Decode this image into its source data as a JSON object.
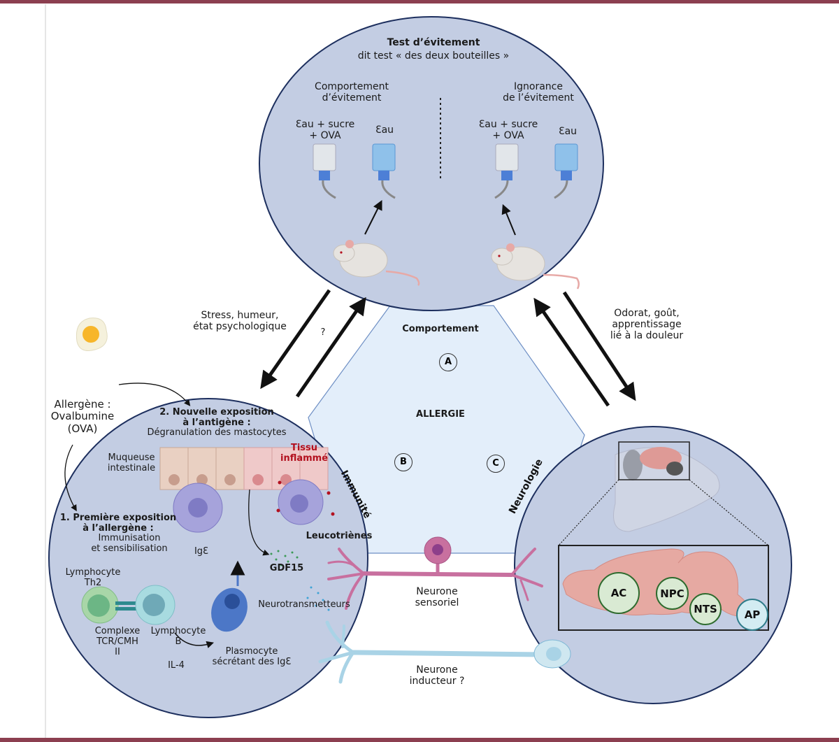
{
  "colors": {
    "frame": "#8c3f50",
    "circle_fill": "#c3cde3",
    "circle_stroke": "#1d2f5e",
    "triangle_fill": "#e3eefa",
    "triangle_stroke": "#6e8fc4",
    "inflamed": "#b3111f",
    "sensory_neuron": "#c8709f",
    "inducer_neuron": "#a9d3e6",
    "region_green": "#d9ead3",
    "region_blue": "#d3ecf2"
  },
  "top_panel": {
    "title": "Test d’évitement",
    "subtitle": "dit test « des deux bouteilles »",
    "left_heading": "Comportement\nd’évitement",
    "right_heading": "Ignorance\nde l’évitement",
    "bottle_ova_label": "Ɛau + sucre\n+ OVA",
    "bottle_water_label": "Ɛau"
  },
  "arrows": {
    "left_label": "Stress, humeur,\nétat psychologique",
    "left_question": "?",
    "right_label": "Odorat, goût,\napprentissage\nlié à la douleur"
  },
  "center": {
    "behavior": "Comportement",
    "badge_a": "A",
    "title": "ALLERGIE",
    "badge_b": "B",
    "badge_c": "C",
    "immunity": "Immunité",
    "neurology": "Neurologie"
  },
  "allergen": {
    "label": "Allergène :\nOvalbumine\n(OVA)"
  },
  "immune_panel": {
    "second_exposure_title": "2. Nouvelle exposition\nà l’antigène :",
    "second_exposure_text": "Dégranulation des mastocytes",
    "mucosa": "Muqueuse\nintestinale",
    "inflamed_tissue": "Tissu\ninflammé",
    "first_exposure_title": "1. Première exposition\nà l’allergène :",
    "first_exposure_text": "Immunisation\net sensibilisation",
    "ige": "IgƐ",
    "leukotrienes": "Leucotriènes",
    "gdf15": "GDF15",
    "neurotransmitters": "Neurotransmetteurs",
    "th2": "Lymphocyte\nTh2",
    "complex": "Complexe\nTCR/CMH\nII",
    "b_cell": "Lymphocyte\nB",
    "il4": "IL-4",
    "plasmocyte": "Plasmocyte\nsécrétant des IgƐ"
  },
  "neurons": {
    "sensory": "Neurone\nsensoriel",
    "inducer": "Neurone\ninducteur ?"
  },
  "brain_regions": [
    "AC",
    "NPC",
    "NTS",
    "AP"
  ]
}
